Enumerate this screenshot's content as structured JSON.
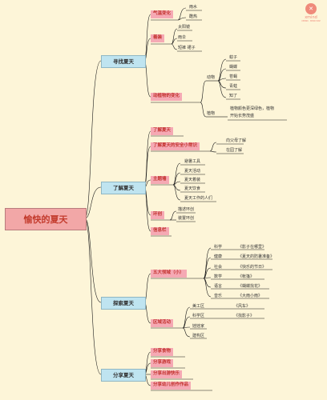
{
  "root": "愉快的夏天",
  "logo": {
    "mark": "✕",
    "name": "xmind",
    "sub": "XMIND · MIND MAP"
  },
  "b1": {
    "title": "寻找夏天",
    "weather": "气温变化",
    "weather_leaves": [
      "雨水",
      "酷热"
    ],
    "clothes": "着装",
    "clothes_leaves": [
      "太阳镜",
      "雨伞",
      "短裤  裙子"
    ],
    "change": "动植物的变化",
    "animal": "动物",
    "animal_leaves": [
      "蚊子",
      "蝴蝶",
      "苍蝇",
      "青蛙",
      "知了"
    ],
    "plant": "植物",
    "plant_leaves": [
      "植物颜色更深绿色，植物",
      "开始长势茂盛"
    ]
  },
  "b2": {
    "title": "了解夏天",
    "know": "了解夏天",
    "safety": "了解夏天的安全小常识",
    "safety_leaves": [
      "向父母了解",
      "在园了解"
    ],
    "wall": "主题墙",
    "wall_leaves": [
      "避暑工具",
      "夏天活动",
      "夏天着装",
      "夏天饮食",
      "夏天工作的人们"
    ],
    "env": "环创",
    "env_leaves": [
      "描述环创",
      "装置环创"
    ],
    "info": "信息栏"
  },
  "b3": {
    "title": "探索夏天",
    "five": "五大领域（小）",
    "five_leaves": [
      {
        "a": "科学",
        "b": "《影子在哪里》"
      },
      {
        "a": "健康",
        "b": "《夏天的防暑准备》"
      },
      {
        "a": "社会",
        "b": "《快乐的节日》"
      },
      {
        "a": "数学",
        "b": "《帐篷》"
      },
      {
        "a": "语言",
        "b": "《蝴蝶找花》"
      },
      {
        "a": "音乐",
        "b": "《大雨小雨》"
      }
    ],
    "zone": "区域活动",
    "zone_leaves": [
      {
        "a": "美工区",
        "b": "《风车》"
      },
      {
        "a": "科学区",
        "b": "《找影子》"
      },
      {
        "a": "娃娃家",
        "b": ""
      },
      {
        "a": "建构区",
        "b": ""
      }
    ]
  },
  "b4": {
    "title": "分享夏天",
    "items": [
      "分享食物",
      "分享游戏",
      "分享出游快乐",
      "分享幼儿创作作品"
    ]
  }
}
